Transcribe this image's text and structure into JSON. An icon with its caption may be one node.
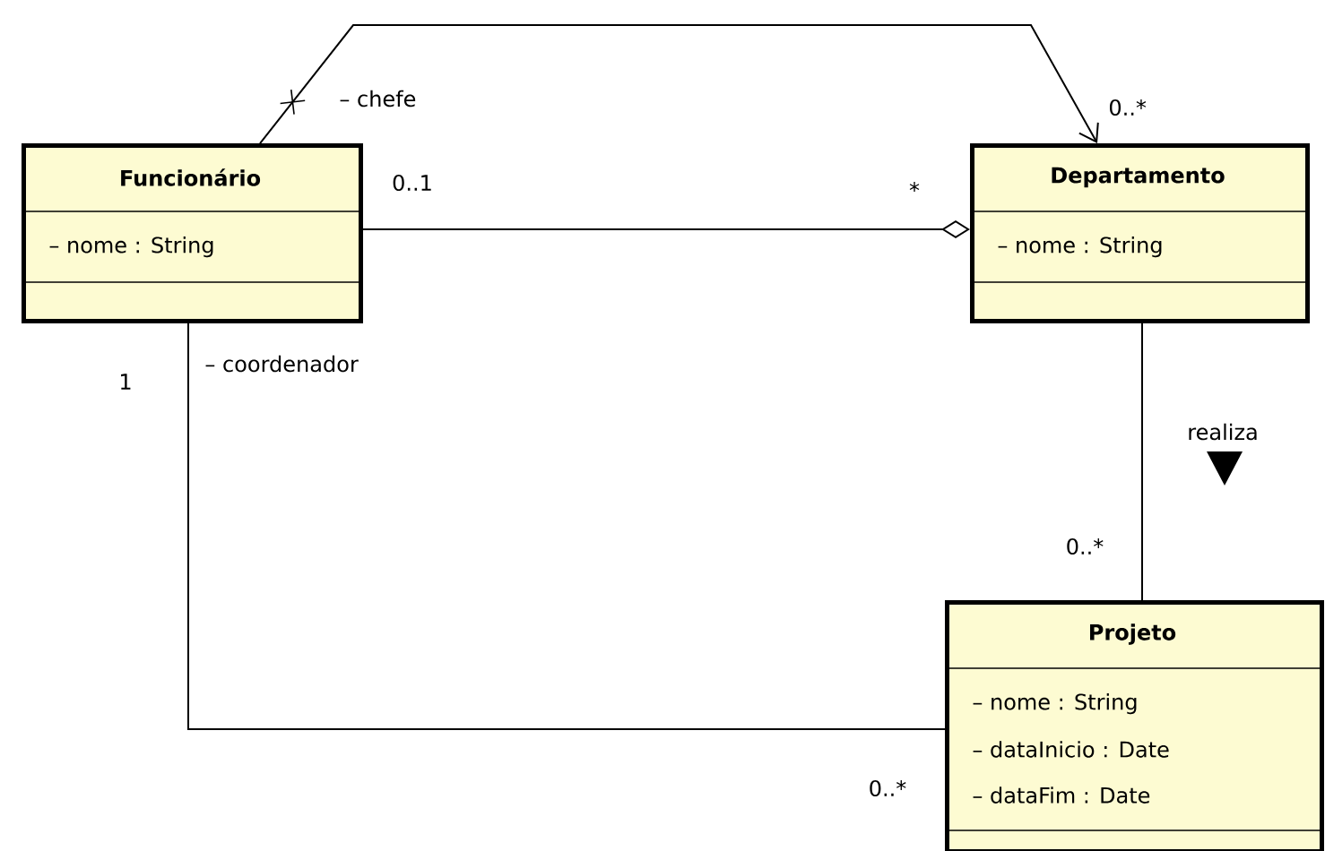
{
  "diagram": {
    "nodes": [
      {
        "text": [
          "Funcionário",
          "– nome : String"
        ]
      },
      {
        "text": [
          "Departamento",
          "– nome : String"
        ]
      },
      {
        "text": [
          "Projeto",
          "– nome : String",
          "– dataInicio : Date",
          "– dataFim : Date"
        ]
      }
    ],
    "edges": [
      {
        "from": 0,
        "to": 1,
        "arrow": "to",
        "label": "– chefe"
      },
      {
        "from": 0,
        "to": 1,
        "arrow": "other"
      },
      {
        "from": 1,
        "to": 2,
        "arrow": "none",
        "label": "realiza"
      },
      {
        "from": 0,
        "to": 2,
        "arrow": "none",
        "label": "– coordenador"
      }
    ],
    "labels": [
      "0..*",
      "0..1",
      "*",
      "1",
      "0..*",
      "0..*"
    ]
  }
}
